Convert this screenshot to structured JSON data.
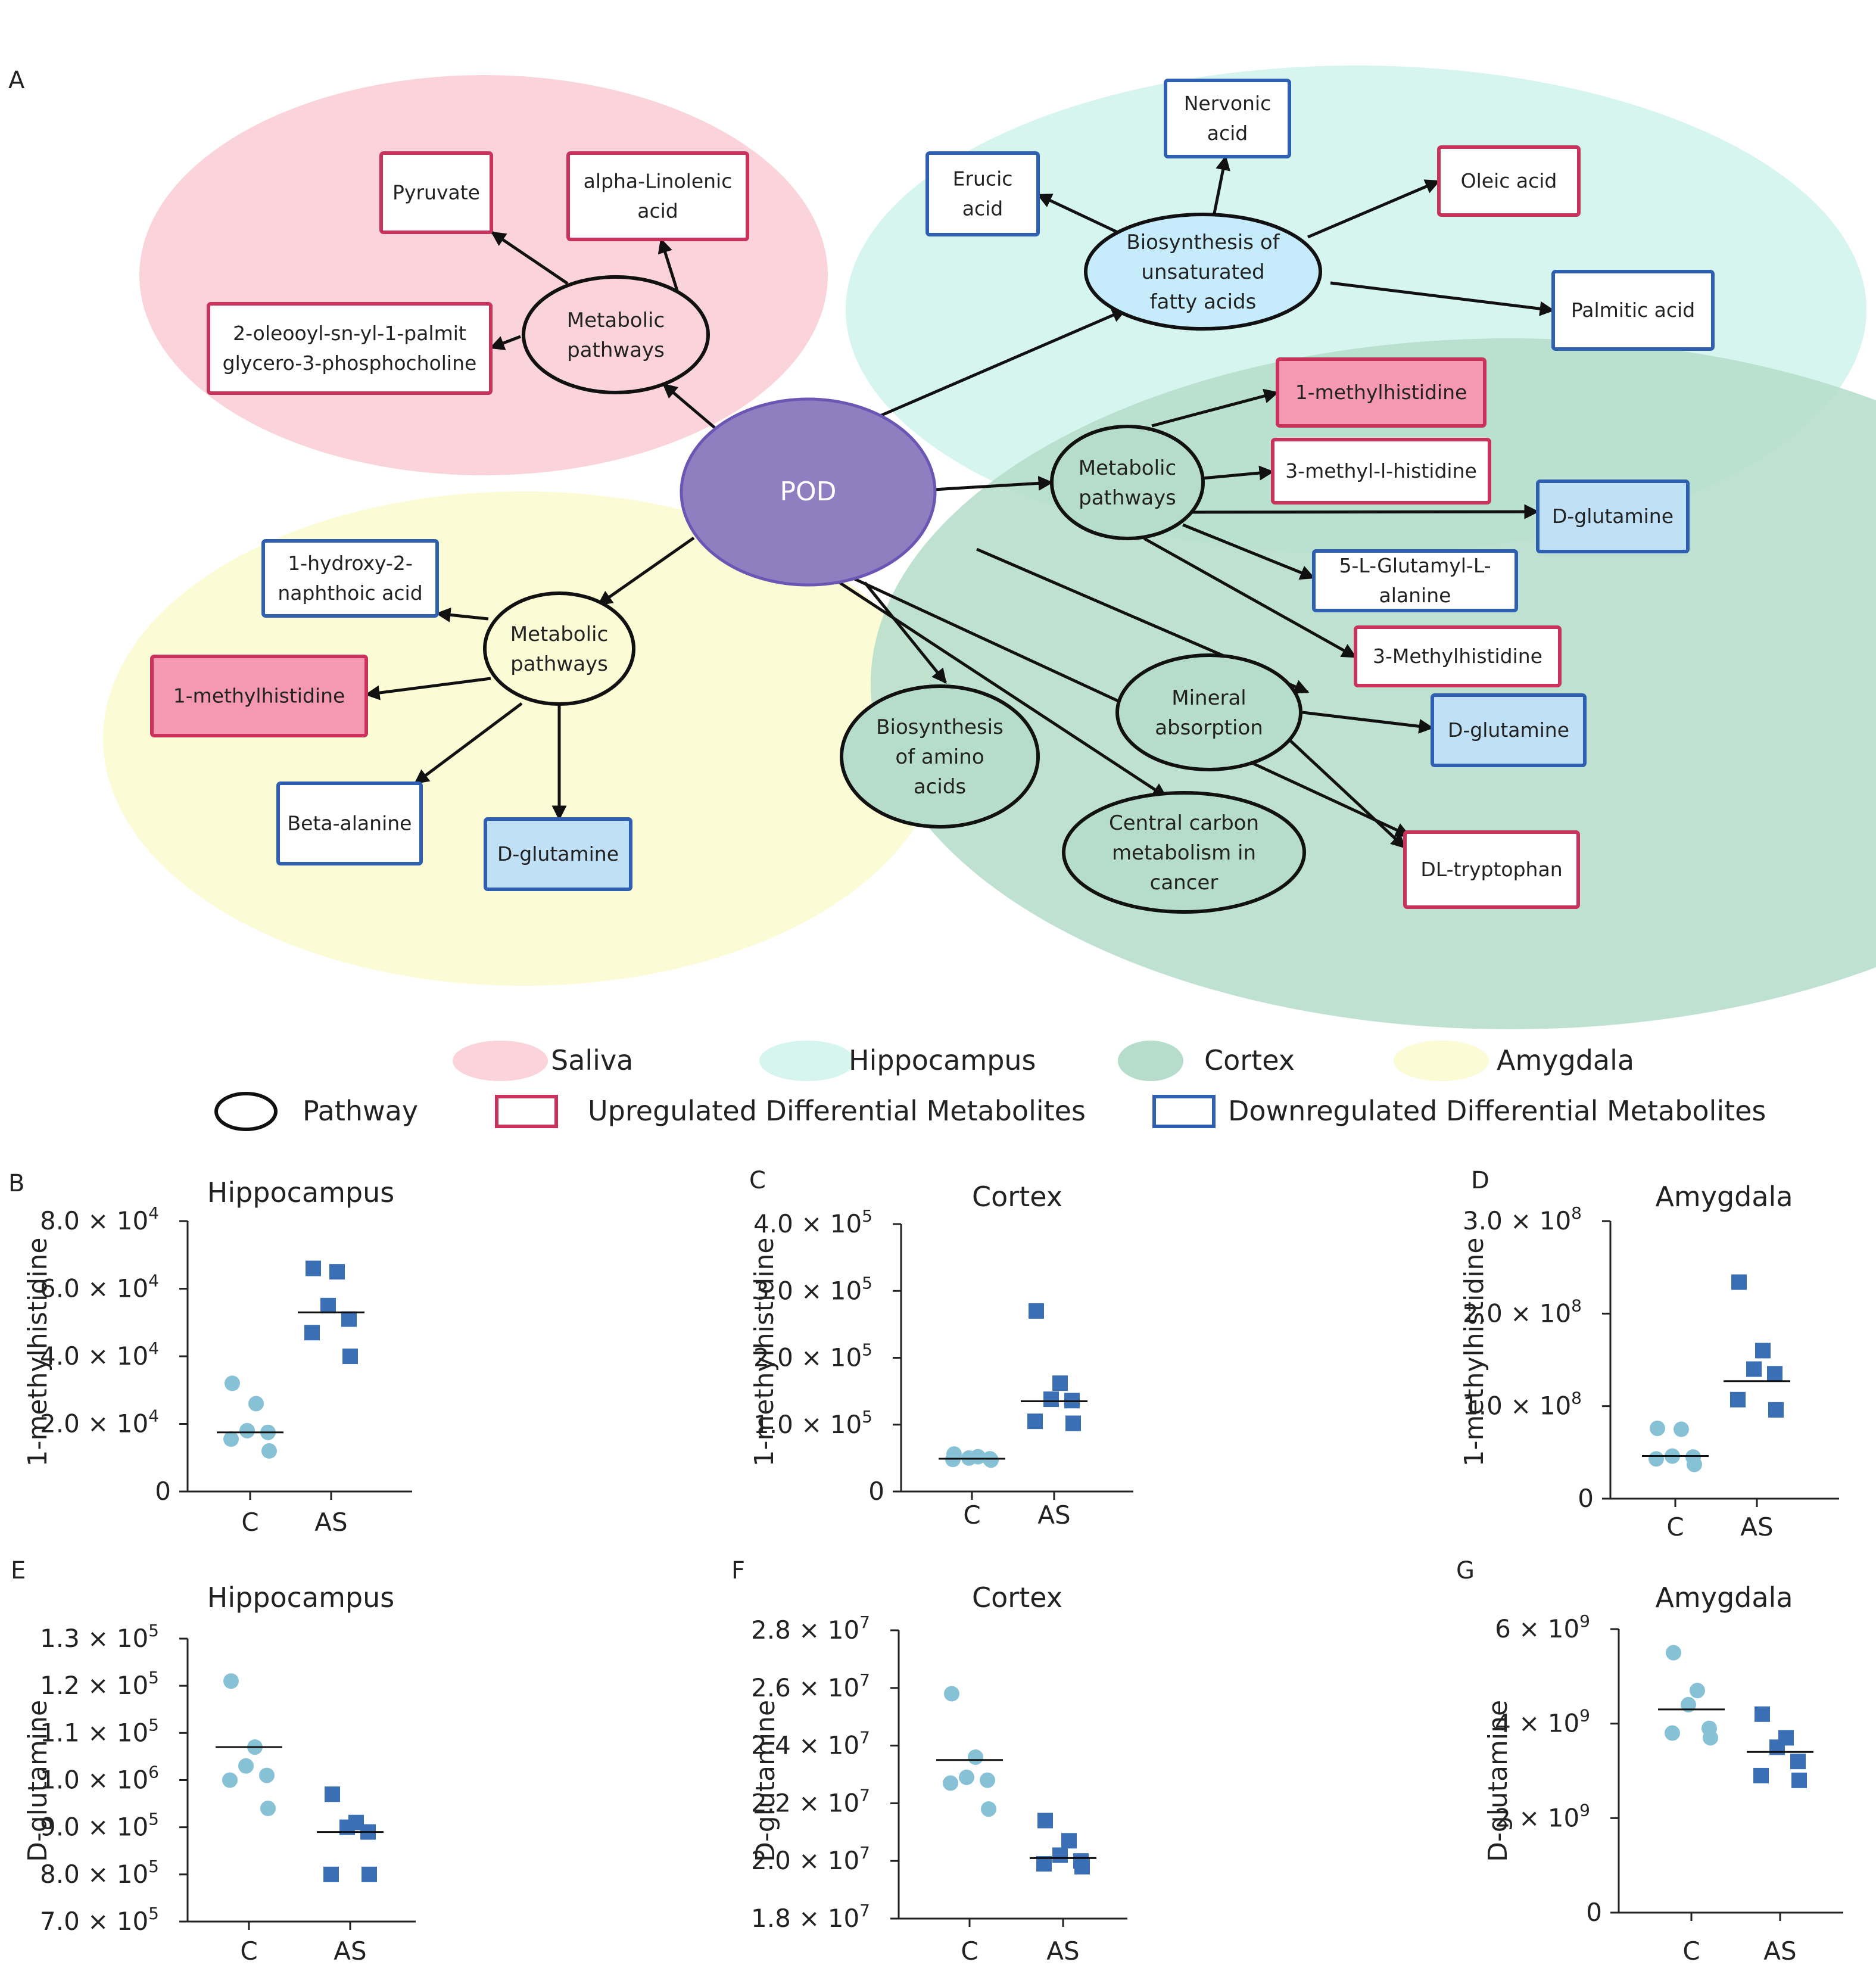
{
  "panel_a": {
    "label": "A",
    "pod": "POD",
    "pathways": {
      "saliva": [
        "Metabolic",
        "pathways"
      ],
      "hippo": [
        "Biosynthesis of",
        "unsaturated",
        "fatty acids"
      ],
      "cortex_meta": [
        "Metabolic",
        "pathways"
      ],
      "cortex_amino": [
        "Biosynthesis",
        "of amino",
        "acids"
      ],
      "cortex_carbon": [
        "Central carbon",
        "metabolism in",
        "cancer"
      ],
      "cortex_mineral": [
        "Mineral",
        "absorption"
      ],
      "amyg": [
        "Metabolic",
        "pathways"
      ]
    },
    "metabolites": {
      "pyruvate": [
        "Pyruvate"
      ],
      "alpha_linolenic": [
        "alpha-Linolenic",
        "acid"
      ],
      "oleooyl": [
        "2-oleooyl-sn-yl-1-palmit",
        "glycero-3-phosphocholine"
      ],
      "nervonic": [
        "Nervonic",
        "acid"
      ],
      "erucic": [
        "Erucic",
        "acid"
      ],
      "oleic": [
        "Oleic acid"
      ],
      "palmitic": [
        "Palmitic acid"
      ],
      "mh1_cortex": [
        "1-methylhistidine"
      ],
      "mh3_l": [
        "3-methyl-l-histidine"
      ],
      "dgln_cortex": [
        "D-glutamine"
      ],
      "glutamyl": [
        "5-L-Glutamyl-L-",
        "alanine"
      ],
      "mh3": [
        "3-Methylhistidine"
      ],
      "dgln_mineral": [
        "D-glutamine"
      ],
      "dltrp": [
        "DL-tryptophan"
      ],
      "hydroxy": [
        "1-hydroxy-2-",
        "naphthoic acid"
      ],
      "mh1_amyg": [
        "1-methylhistidine"
      ],
      "beta_ala": [
        "Beta-alanine"
      ],
      "dgln_amyg": [
        "D-glutamine"
      ]
    },
    "legend": {
      "saliva": "Saliva",
      "hippocampus": "Hippocampus",
      "cortex": "Cortex",
      "amygdala": "Amygdala",
      "pathway": "Pathway",
      "up": "Upregulated Differential Metabolites",
      "down": "Downregulated Differential Metabolites"
    },
    "colors": {
      "saliva": "#fad4da",
      "hippocampus": "#d6f5ef",
      "cortex": "#b6ddcc",
      "amygdala": "#fbfbd6",
      "pod": "#8f7fc0",
      "pod_edge": "#6b57b3",
      "up": "#c9325a",
      "down": "#2f5fb0",
      "up_fill": "#f598b2",
      "down_fill": "#bfe0f5"
    }
  },
  "chart_data": [
    {
      "panel": "B",
      "type": "scatter",
      "title": "Hippocampus",
      "ylabel": "1-methylhistidine",
      "categories": [
        "C",
        "AS"
      ],
      "yticks": [
        {
          "v": 0,
          "b": "0",
          "e": ""
        },
        {
          "v": 20000,
          "b": "2.0 × 10",
          "e": "4"
        },
        {
          "v": 40000,
          "b": "4.0 × 10",
          "e": "4"
        },
        {
          "v": 60000,
          "b": "6.0 × 10",
          "e": "4"
        },
        {
          "v": 80000,
          "b": "8.0 × 10",
          "e": "4"
        }
      ],
      "ylim": [
        0,
        80000
      ],
      "series": [
        {
          "category": "C",
          "marker": "circle",
          "values": [
            32000,
            26000,
            18000,
            17500,
            15500,
            12000
          ],
          "mean": 17500
        },
        {
          "category": "AS",
          "marker": "square",
          "values": [
            66000,
            65000,
            55000,
            51000,
            47000,
            40000
          ],
          "mean": 53000
        }
      ]
    },
    {
      "panel": "C",
      "type": "scatter",
      "title": "Cortex",
      "ylabel": "1-methylhistidine",
      "categories": [
        "C",
        "AS"
      ],
      "yticks": [
        {
          "v": 0,
          "b": "0",
          "e": ""
        },
        {
          "v": 100000,
          "b": "1.0 × 10",
          "e": "5"
        },
        {
          "v": 200000,
          "b": "2.0 × 10",
          "e": "5"
        },
        {
          "v": 300000,
          "b": "3.0 × 10",
          "e": "5"
        },
        {
          "v": 400000,
          "b": "4.0 × 10",
          "e": "5"
        }
      ],
      "ylim": [
        0,
        400000
      ],
      "series": [
        {
          "category": "C",
          "marker": "circle",
          "values": [
            56000,
            52000,
            50000,
            49000,
            48000,
            47000
          ],
          "mean": 49000
        },
        {
          "category": "AS",
          "marker": "square",
          "values": [
            270000,
            162000,
            138000,
            136000,
            105000,
            102000
          ],
          "mean": 135000
        }
      ]
    },
    {
      "panel": "D",
      "type": "scatter",
      "title": "Amygdala",
      "ylabel": "1-methylhistidine",
      "categories": [
        "C",
        "AS"
      ],
      "yticks": [
        {
          "v": 0,
          "b": "0",
          "e": ""
        },
        {
          "v": 100000000,
          "b": "1.0 × 10",
          "e": "8"
        },
        {
          "v": 200000000,
          "b": "2.0 × 10",
          "e": "8"
        },
        {
          "v": 300000000,
          "b": "3.0 × 10",
          "e": "8"
        }
      ],
      "ylim": [
        0,
        300000000
      ],
      "series": [
        {
          "category": "C",
          "marker": "circle",
          "values": [
            76000000,
            75000000,
            46000000,
            45000000,
            43000000,
            37000000
          ],
          "mean": 46000000
        },
        {
          "category": "AS",
          "marker": "square",
          "values": [
            234000000,
            160000000,
            140000000,
            135000000,
            107000000,
            96000000
          ],
          "mean": 127000000
        }
      ]
    },
    {
      "panel": "E",
      "type": "scatter",
      "title": "Hippocampus",
      "ylabel": "D-glutamine",
      "categories": [
        "C",
        "AS"
      ],
      "yticks": [
        {
          "v": 0,
          "b": "7.0 × 10",
          "e": "5"
        },
        {
          "v": 1,
          "b": "8.0 × 10",
          "e": "5"
        },
        {
          "v": 2,
          "b": "9.0 × 10",
          "e": "5"
        },
        {
          "v": 3,
          "b": "1.0 × 10",
          "e": "6"
        },
        {
          "v": 4,
          "b": "1.1 × 10",
          "e": "5"
        },
        {
          "v": 5,
          "b": "1.2 × 10",
          "e": "5"
        },
        {
          "v": 6,
          "b": "1.3 × 10",
          "e": "5"
        }
      ],
      "ylim": [
        0,
        6
      ],
      "series": [
        {
          "category": "C",
          "marker": "circle",
          "values": [
            5.1,
            3.7,
            3.3,
            3.1,
            3.0,
            2.4
          ],
          "mean": 3.7
        },
        {
          "category": "AS",
          "marker": "square",
          "values": [
            2.7,
            2.1,
            2.0,
            1.9,
            1.0,
            1.0
          ],
          "mean": 1.9
        }
      ]
    },
    {
      "panel": "F",
      "type": "scatter",
      "title": "Cortex",
      "ylabel": "D-glutamine",
      "categories": [
        "C",
        "AS"
      ],
      "yticks": [
        {
          "v": 18000000,
          "b": "1.8 × 10",
          "e": "7"
        },
        {
          "v": 20000000,
          "b": "2.0 × 10",
          "e": "7"
        },
        {
          "v": 22000000,
          "b": "2.2 × 10",
          "e": "7"
        },
        {
          "v": 24000000,
          "b": "2.4 × 10",
          "e": "7"
        },
        {
          "v": 26000000,
          "b": "2.6 × 10",
          "e": "7"
        },
        {
          "v": 28000000,
          "b": "2.8 × 10",
          "e": "7"
        }
      ],
      "ylim": [
        18000000,
        28000000
      ],
      "series": [
        {
          "category": "C",
          "marker": "circle",
          "values": [
            25800000,
            23600000,
            22900000,
            22800000,
            22700000,
            21800000
          ],
          "mean": 23500000
        },
        {
          "category": "AS",
          "marker": "square",
          "values": [
            21400000,
            20700000,
            20200000,
            20000000,
            19900000,
            19800000
          ],
          "mean": 20100000
        }
      ]
    },
    {
      "panel": "G",
      "type": "scatter",
      "title": "Amygdala",
      "ylabel": "D-glutamine",
      "categories": [
        "C",
        "AS"
      ],
      "yticks": [
        {
          "v": 0,
          "b": "0",
          "e": ""
        },
        {
          "v": 2000000000,
          "b": "2 × 10",
          "e": "9"
        },
        {
          "v": 4000000000,
          "b": "4 × 10",
          "e": "9"
        },
        {
          "v": 6000000000,
          "b": "6 × 10",
          "e": "9"
        }
      ],
      "ylim": [
        0,
        6000000000
      ],
      "series": [
        {
          "category": "C",
          "marker": "circle",
          "values": [
            5500000000,
            4700000000,
            4400000000,
            3900000000,
            3800000000,
            3700000000
          ],
          "mean": 4300000000
        },
        {
          "category": "AS",
          "marker": "square",
          "values": [
            4200000000,
            3700000000,
            3500000000,
            3200000000,
            2900000000,
            2800000000
          ],
          "mean": 3400000000
        }
      ]
    }
  ]
}
